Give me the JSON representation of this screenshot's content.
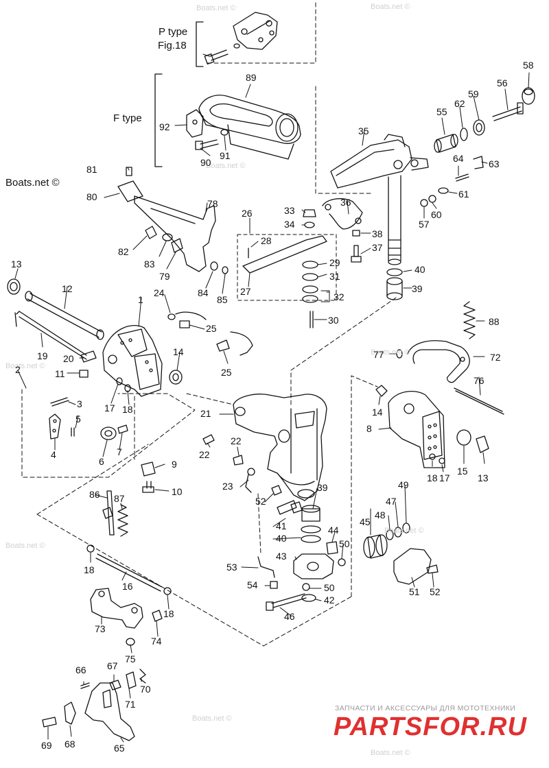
{
  "titles": {
    "p_type": "P type",
    "p_fig": "Fig.18",
    "f_type": "F type"
  },
  "watermark": {
    "main": "Boats.net ©",
    "faint": "Boats.net ©"
  },
  "brand": {
    "tagline": "ЗАПЧАСТИ И АКСЕССУАРЫ ДЛЯ МОТОТЕХНИКИ",
    "logo_text": "PARTSFOR.RU",
    "color_red": "#e03030",
    "color_gray": "#8a8a8a"
  },
  "part_labels": [
    {
      "id": "1",
      "text": "1"
    },
    {
      "id": "2",
      "text": "2"
    },
    {
      "id": "3",
      "text": "3"
    },
    {
      "id": "4",
      "text": "4"
    },
    {
      "id": "5",
      "text": "5"
    },
    {
      "id": "6",
      "text": "6"
    },
    {
      "id": "7",
      "text": "7"
    },
    {
      "id": "8",
      "text": "8"
    },
    {
      "id": "9",
      "text": "9"
    },
    {
      "id": "10",
      "text": "10"
    },
    {
      "id": "11",
      "text": "11"
    },
    {
      "id": "12",
      "text": "12"
    },
    {
      "id": "13a",
      "text": "13"
    },
    {
      "id": "13b",
      "text": "13"
    },
    {
      "id": "14a",
      "text": "14"
    },
    {
      "id": "14b",
      "text": "14"
    },
    {
      "id": "15",
      "text": "15"
    },
    {
      "id": "16",
      "text": "16"
    },
    {
      "id": "17a",
      "text": "17"
    },
    {
      "id": "17b",
      "text": "17"
    },
    {
      "id": "18a",
      "text": "18"
    },
    {
      "id": "18b",
      "text": "18"
    },
    {
      "id": "18c",
      "text": "18"
    },
    {
      "id": "18d",
      "text": "18"
    },
    {
      "id": "19",
      "text": "19"
    },
    {
      "id": "20",
      "text": "20"
    },
    {
      "id": "21",
      "text": "21"
    },
    {
      "id": "22a",
      "text": "22"
    },
    {
      "id": "22b",
      "text": "22"
    },
    {
      "id": "23",
      "text": "23"
    },
    {
      "id": "24",
      "text": "24"
    },
    {
      "id": "25a",
      "text": "25"
    },
    {
      "id": "25b",
      "text": "25"
    },
    {
      "id": "26",
      "text": "26"
    },
    {
      "id": "27",
      "text": "27"
    },
    {
      "id": "28",
      "text": "28"
    },
    {
      "id": "29",
      "text": "29"
    },
    {
      "id": "30",
      "text": "30"
    },
    {
      "id": "31",
      "text": "31"
    },
    {
      "id": "32",
      "text": "32"
    },
    {
      "id": "33",
      "text": "33"
    },
    {
      "id": "34",
      "text": "34"
    },
    {
      "id": "35",
      "text": "35"
    },
    {
      "id": "36",
      "text": "36"
    },
    {
      "id": "37",
      "text": "37"
    },
    {
      "id": "38",
      "text": "38"
    },
    {
      "id": "39a",
      "text": "39"
    },
    {
      "id": "39b",
      "text": "39"
    },
    {
      "id": "40a",
      "text": "40"
    },
    {
      "id": "40b",
      "text": "40"
    },
    {
      "id": "41",
      "text": "41"
    },
    {
      "id": "42",
      "text": "42"
    },
    {
      "id": "43",
      "text": "43"
    },
    {
      "id": "44",
      "text": "44"
    },
    {
      "id": "45",
      "text": "45"
    },
    {
      "id": "46",
      "text": "46"
    },
    {
      "id": "47",
      "text": "47"
    },
    {
      "id": "48",
      "text": "48"
    },
    {
      "id": "49",
      "text": "49"
    },
    {
      "id": "50a",
      "text": "50"
    },
    {
      "id": "50b",
      "text": "50"
    },
    {
      "id": "51",
      "text": "51"
    },
    {
      "id": "52a",
      "text": "52"
    },
    {
      "id": "52b",
      "text": "52"
    },
    {
      "id": "53",
      "text": "53"
    },
    {
      "id": "54",
      "text": "54"
    },
    {
      "id": "55",
      "text": "55"
    },
    {
      "id": "56",
      "text": "56"
    },
    {
      "id": "57",
      "text": "57"
    },
    {
      "id": "58",
      "text": "58"
    },
    {
      "id": "59",
      "text": "59"
    },
    {
      "id": "60",
      "text": "60"
    },
    {
      "id": "61",
      "text": "61"
    },
    {
      "id": "62",
      "text": "62"
    },
    {
      "id": "63",
      "text": "63"
    },
    {
      "id": "64",
      "text": "64"
    },
    {
      "id": "65",
      "text": "65"
    },
    {
      "id": "66",
      "text": "66"
    },
    {
      "id": "67",
      "text": "67"
    },
    {
      "id": "68",
      "text": "68"
    },
    {
      "id": "69",
      "text": "69"
    },
    {
      "id": "70",
      "text": "70"
    },
    {
      "id": "71",
      "text": "71"
    },
    {
      "id": "72",
      "text": "72"
    },
    {
      "id": "73",
      "text": "73"
    },
    {
      "id": "74",
      "text": "74"
    },
    {
      "id": "75",
      "text": "75"
    },
    {
      "id": "76",
      "text": "76"
    },
    {
      "id": "77",
      "text": "77"
    },
    {
      "id": "78",
      "text": "78"
    },
    {
      "id": "79",
      "text": "79"
    },
    {
      "id": "80",
      "text": "80"
    },
    {
      "id": "81",
      "text": "81"
    },
    {
      "id": "82",
      "text": "82"
    },
    {
      "id": "83",
      "text": "83"
    },
    {
      "id": "84",
      "text": "84"
    },
    {
      "id": "85",
      "text": "85"
    },
    {
      "id": "86",
      "text": "86"
    },
    {
      "id": "87",
      "text": "87"
    },
    {
      "id": "88",
      "text": "88"
    },
    {
      "id": "89",
      "text": "89"
    },
    {
      "id": "90",
      "text": "90"
    },
    {
      "id": "91",
      "text": "91"
    },
    {
      "id": "92",
      "text": "92"
    }
  ]
}
